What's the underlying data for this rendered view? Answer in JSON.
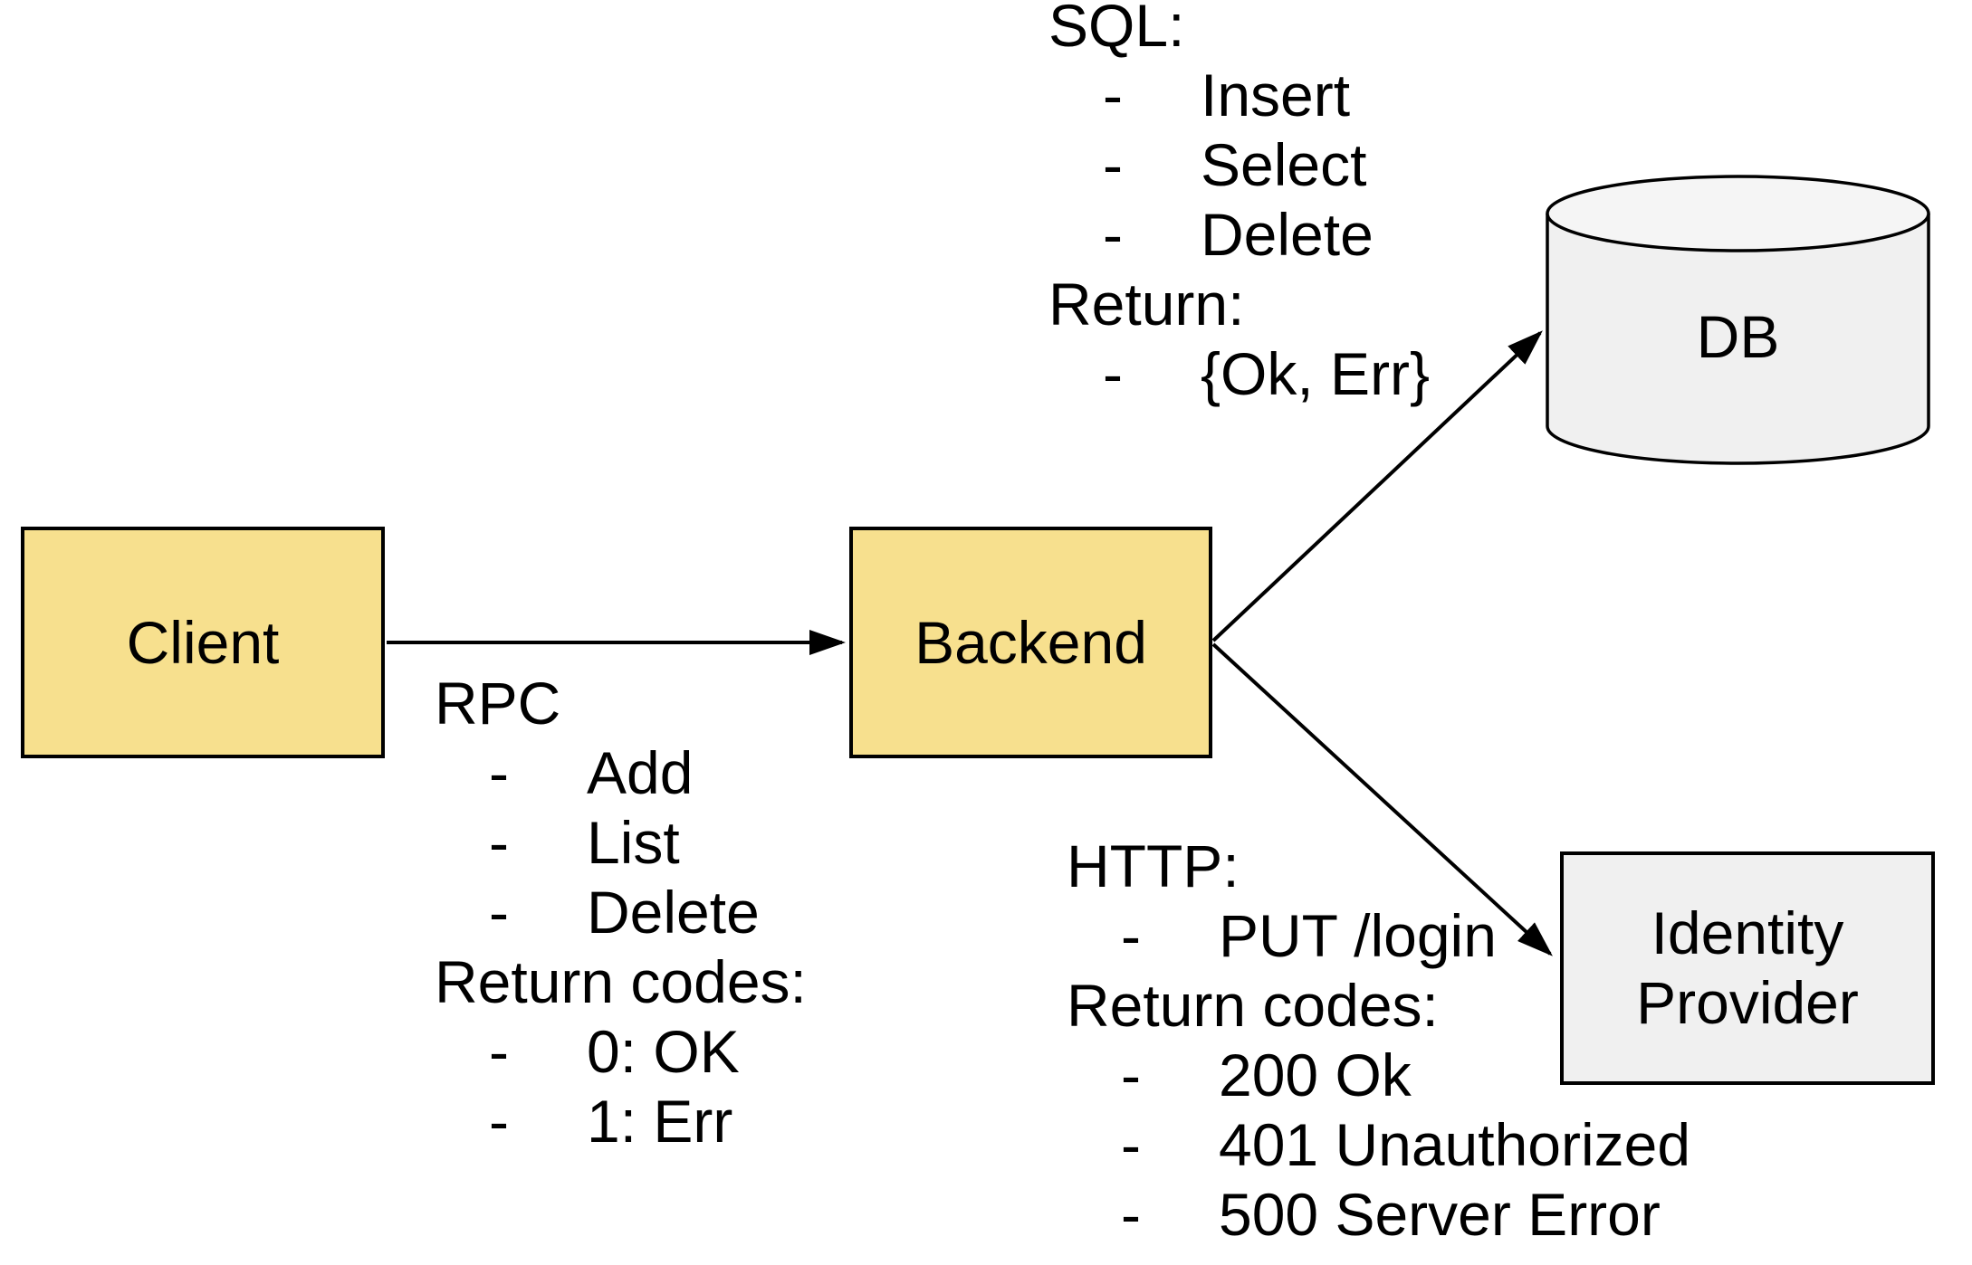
{
  "diagram": {
    "background": "#ffffff",
    "colors": {
      "node_fill_yellow": "#f7e08e",
      "node_fill_gray": "#f0f0f0",
      "cylinder_top_fill": "#f5f5f5",
      "stroke": "#000000",
      "text": "#000000"
    },
    "nodes": {
      "client": {
        "label": "Client",
        "shape": "rectangle"
      },
      "backend": {
        "label": "Backend",
        "shape": "rectangle"
      },
      "db": {
        "label": "DB",
        "shape": "cylinder"
      },
      "identity_provider": {
        "label": "Identity Provider",
        "shape": "rectangle"
      }
    },
    "edges": [
      {
        "from": "client",
        "to": "backend"
      },
      {
        "from": "backend",
        "to": "db"
      },
      {
        "from": "backend",
        "to": "identity_provider"
      }
    ],
    "annotations": {
      "dash": "-",
      "rpc": {
        "heading1": "RPC",
        "items1": [
          "Add",
          "List",
          "Delete"
        ],
        "heading2": "Return codes:",
        "items2": [
          "0: OK",
          "1: Err"
        ]
      },
      "sql": {
        "heading1": "SQL:",
        "items1": [
          "Insert",
          "Select",
          "Delete"
        ],
        "heading2": "Return:",
        "items2": [
          "{Ok, Err}"
        ]
      },
      "http": {
        "heading1": "HTTP:",
        "items1": [
          "PUT /login"
        ],
        "heading2": "Return codes:",
        "items2": [
          "200 Ok",
          "401 Unauthorized",
          "500 Server Error"
        ]
      }
    }
  }
}
